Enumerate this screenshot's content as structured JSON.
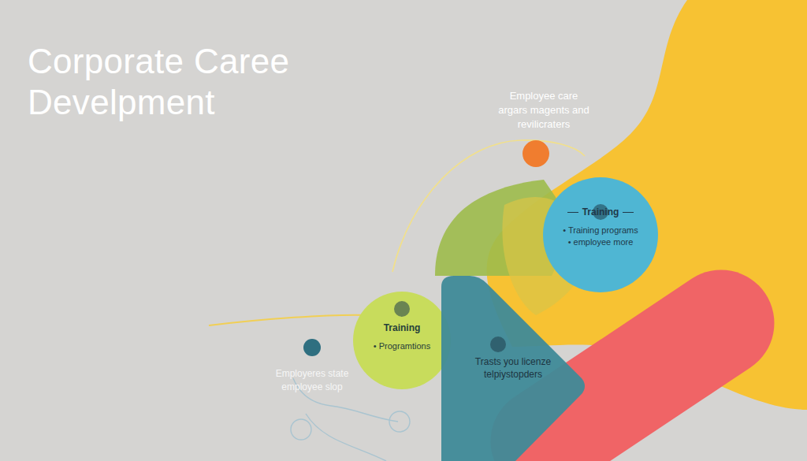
{
  "diagram": {
    "title": "Corporate Caree Develpment",
    "nodes": [
      {
        "text": [
          "Training",
          "• Training programs",
          "• employee more"
        ]
      },
      {
        "text": [
          "Training",
          "• Programtions"
        ]
      },
      {
        "text": [
          "Trasts you licenze telpiystopders"
        ]
      }
    ],
    "labels": [
      "Employee care argars magents and revilicraters",
      "Employeres state employee slop"
    ]
  }
}
